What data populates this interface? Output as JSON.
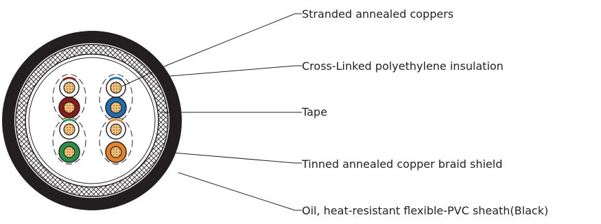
{
  "callouts": [
    {
      "id": "conductor",
      "label": "Stranded annealed coppers"
    },
    {
      "id": "insulation",
      "label": "Cross-Linked polyethylene insulation"
    },
    {
      "id": "tape",
      "label": "Tape"
    },
    {
      "id": "braid-shield",
      "label": "Tinned annealed copper braid shield"
    },
    {
      "id": "sheath",
      "label": "Oil, heat-resistant flexible-PVC sheath(Black)"
    }
  ],
  "colors": {
    "sheath": "#231f20",
    "line": "#231f20",
    "conductor_fill": "#f2c27a",
    "pair_blue": "#1a6fb5",
    "pair_orange": "#e8822a",
    "pair_green": "#27944a",
    "pair_brown": "#8a1a1a",
    "marker_white": "#ffffff"
  },
  "pairs": [
    {
      "solid_color": "brown",
      "stripe_color": "brown"
    },
    {
      "solid_color": "blue",
      "stripe_color": "blue"
    },
    {
      "solid_color": "green",
      "stripe_color": "green"
    },
    {
      "solid_color": "orange",
      "stripe_color": "orange"
    }
  ]
}
